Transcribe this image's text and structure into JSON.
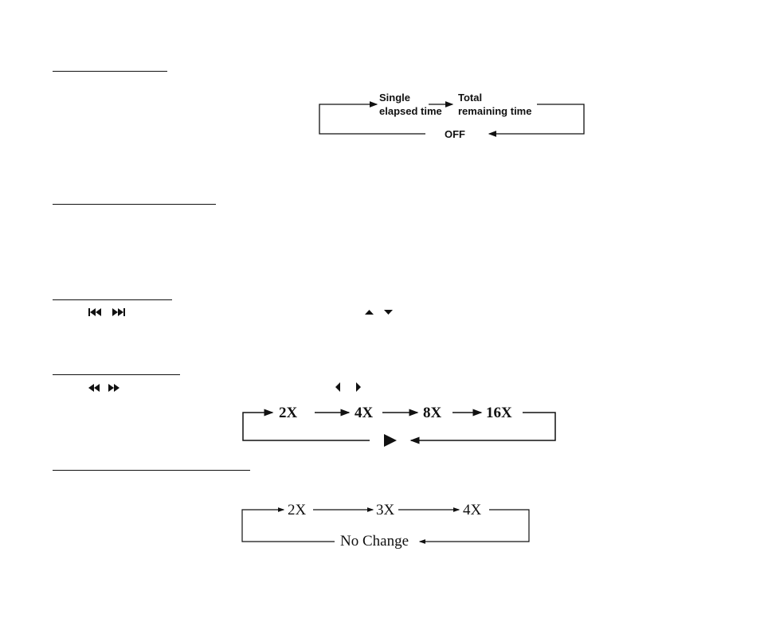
{
  "sections": [
    {
      "id": "display",
      "title": ""
    },
    {
      "id": "section2",
      "title": ""
    },
    {
      "id": "skip",
      "title": ""
    },
    {
      "id": "search",
      "title": ""
    },
    {
      "id": "slow",
      "title": ""
    }
  ],
  "display_cycle": {
    "single_line1": "Single",
    "single_line2": "elapsed time",
    "total_line1": "Total",
    "total_line2": "remaining time",
    "off": "OFF"
  },
  "search_cycle": {
    "speeds": [
      "2X",
      "4X",
      "8X",
      "16X"
    ],
    "return_symbol": "play-icon"
  },
  "slow_cycle": {
    "speeds": [
      "2X",
      "3X",
      "4X"
    ],
    "return_label": "No Change"
  },
  "icons": {
    "skip": [
      "skip-previous-icon",
      "skip-next-icon",
      "arrow-up-icon",
      "arrow-down-icon"
    ],
    "search": [
      "fast-reverse-icon",
      "fast-forward-icon",
      "arrow-left-icon",
      "arrow-right-icon"
    ]
  }
}
